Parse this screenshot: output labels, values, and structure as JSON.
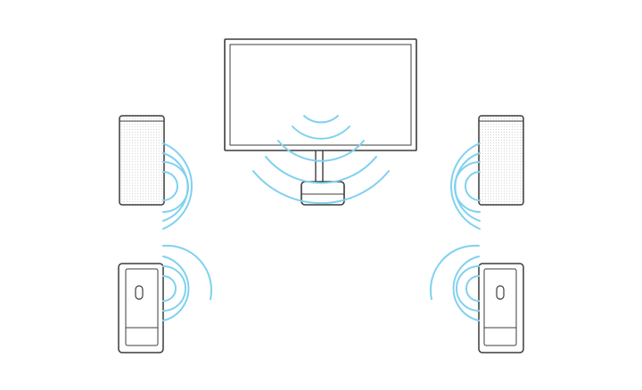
{
  "diagram": {
    "components": [
      {
        "id": "tv",
        "icon": "television-icon"
      },
      {
        "id": "hub",
        "icon": "soundbar-hub-icon"
      },
      {
        "id": "front-left",
        "icon": "front-speaker-icon"
      },
      {
        "id": "front-right",
        "icon": "front-speaker-icon"
      },
      {
        "id": "rear-left",
        "icon": "rear-speaker-icon"
      },
      {
        "id": "rear-right",
        "icon": "rear-speaker-icon"
      }
    ],
    "signal": {
      "icon": "wireless-waves-icon"
    }
  },
  "colors": {
    "line": "#3c3c3c",
    "wave": "#7fd1ef",
    "grille_dot": "#c9c9c9",
    "background": "#ffffff"
  }
}
